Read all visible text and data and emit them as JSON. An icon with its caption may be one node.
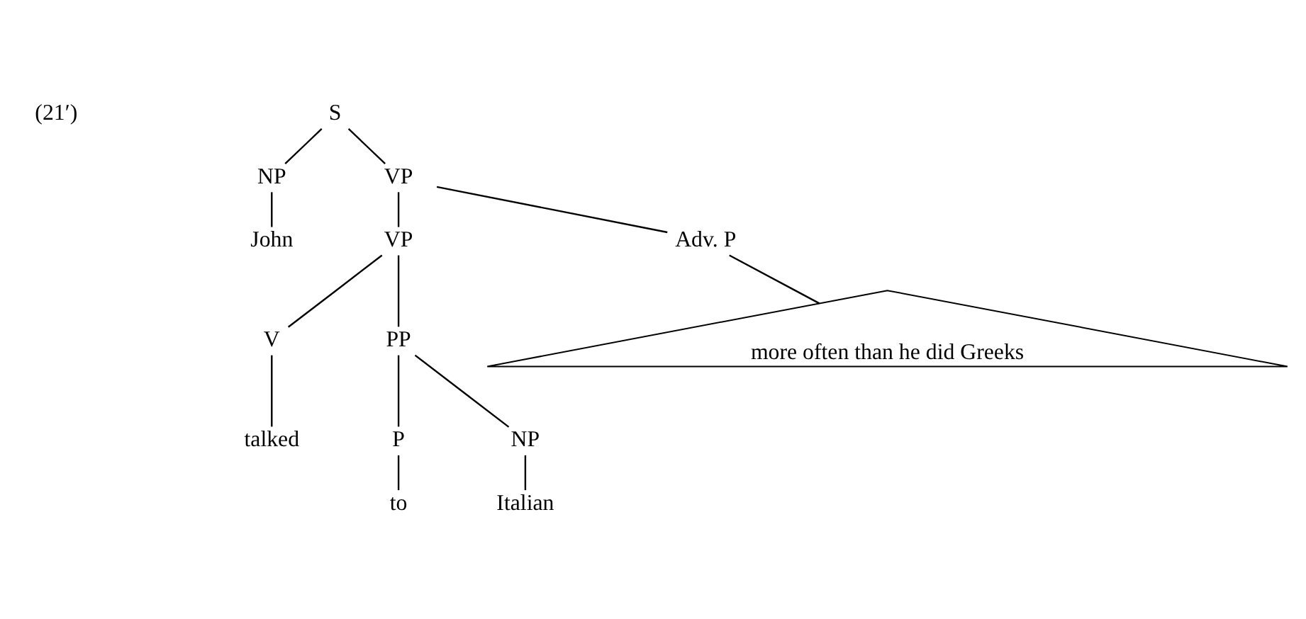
{
  "diagram": {
    "nodes": [
      {
        "text": [
          "S"
        ]
      },
      {
        "text": [
          "NP"
        ]
      },
      {
        "text": [
          "VP"
        ]
      },
      {
        "text": [
          "John"
        ]
      },
      {
        "text": [
          "VP"
        ]
      },
      {
        "text": [
          "Adv. P"
        ]
      },
      {
        "text": [
          "V"
        ]
      },
      {
        "text": [
          "PP"
        ]
      },
      {
        "text": [
          "talked"
        ]
      },
      {
        "text": [
          "P"
        ]
      },
      {
        "text": [
          "NP"
        ]
      },
      {
        "text": [
          "more often than he did Greeks"
        ]
      },
      {
        "text": [
          "to"
        ]
      },
      {
        "text": [
          "Italian"
        ]
      }
    ],
    "edges": [
      {
        "from": 0,
        "to": 1,
        "arrow": "none"
      },
      {
        "from": 0,
        "to": 2,
        "arrow": "none"
      },
      {
        "from": 1,
        "to": 3,
        "arrow": "none"
      },
      {
        "from": 2,
        "to": 4,
        "arrow": "none"
      },
      {
        "from": 2,
        "to": 5,
        "arrow": "none"
      },
      {
        "from": 4,
        "to": 6,
        "arrow": "none"
      },
      {
        "from": 4,
        "to": 7,
        "arrow": "none"
      },
      {
        "from": 5,
        "to": 11,
        "arrow": "none"
      },
      {
        "from": 6,
        "to": 8,
        "arrow": "none"
      },
      {
        "from": 7,
        "to": 9,
        "arrow": "none"
      },
      {
        "from": 7,
        "to": 10,
        "arrow": "none"
      },
      {
        "from": 9,
        "to": 12,
        "arrow": "none"
      },
      {
        "from": 10,
        "to": 13,
        "arrow": "none"
      }
    ],
    "labels": [
      "(21′)"
    ]
  }
}
